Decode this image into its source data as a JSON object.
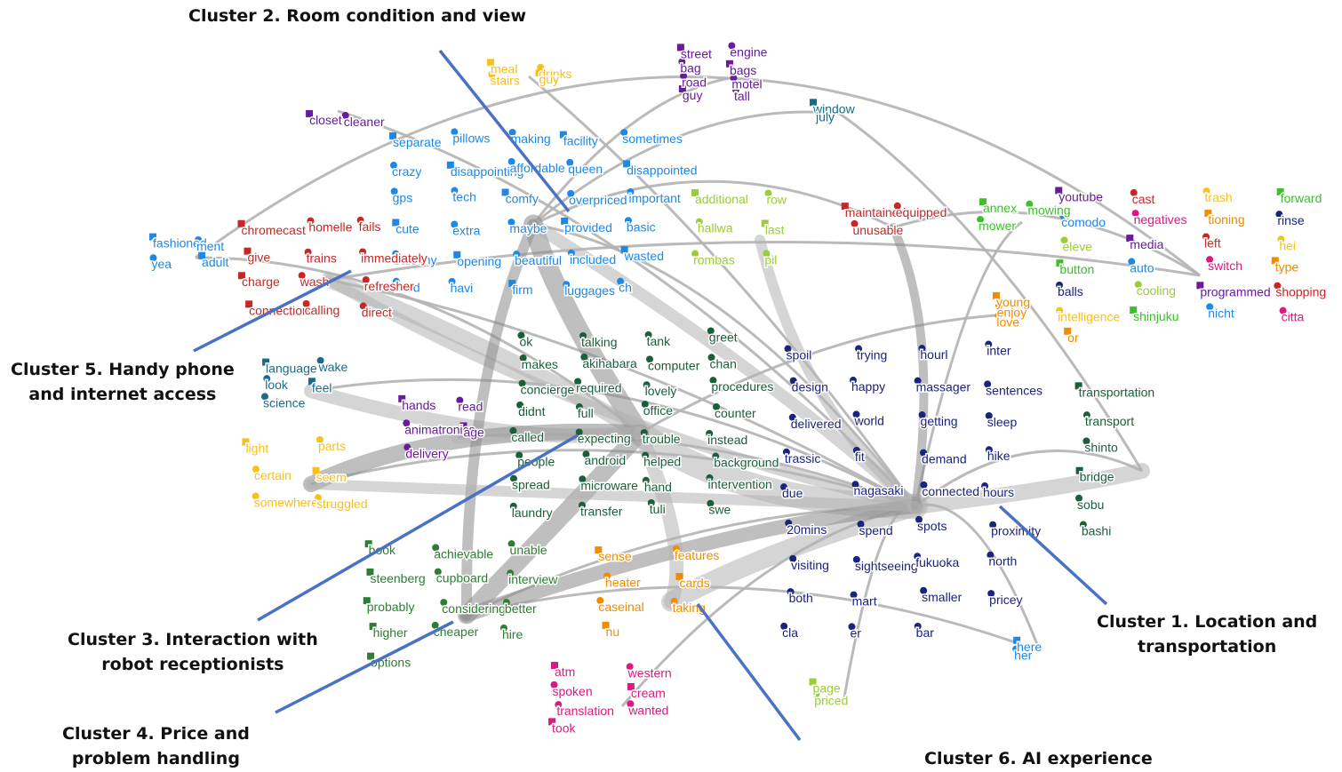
{
  "colors": {
    "c1": "#1a237e",
    "c2": "#1e88e5",
    "c3": "#1b5e3a",
    "c4": "#2e7d32",
    "c5": "#c62828",
    "c6": "#ef8c00",
    "purple": "#6a1b9a",
    "yellow": "#f9c01a",
    "olive": "#9ccc3a",
    "magenta": "#d81b83",
    "teal": "#1a6b8a",
    "brightgreen": "#3bbf2a",
    "pointer": "#4a72c4",
    "edge": "#b3b3b3",
    "edge_dark": "#8a8a8a"
  },
  "labels": {
    "c2": [
      "Cluster 2. Room condition and view"
    ],
    "c5": [
      "Cluster 5. Handy phone",
      "and internet access"
    ],
    "c3": [
      "Cluster 3. Interaction with",
      "robot receptionists"
    ],
    "c4": [
      "Cluster 4. Price and",
      "problem handling"
    ],
    "c1": [
      "Cluster 1. Location and",
      "transportation"
    ],
    "c6": [
      "Cluster 6. AI experience"
    ]
  },
  "words": {
    "purple_top": [
      "street",
      "engine",
      "bag",
      "bags",
      "road",
      "motel",
      "guy",
      "tall"
    ],
    "purple_closet": [
      "closet",
      "cleaner"
    ],
    "yellow_top": [
      "meal",
      "drinks",
      "stairs",
      "guy"
    ],
    "teal_top": [
      "window",
      "july"
    ],
    "blue_room": [
      "separate",
      "pillows",
      "making",
      "facility",
      "sometimes",
      "crazy",
      "disappointing",
      "affordable",
      "queen",
      "disappointed",
      "gps",
      "tech",
      "comfy",
      "overpriced",
      "important",
      "cute",
      "extra",
      "maybe",
      "provided",
      "basic",
      "balcony",
      "opening",
      "beautiful",
      "included",
      "wasted",
      "liked",
      "havi",
      "firm",
      "luggages",
      "ch"
    ],
    "blue_left": [
      "fashioned",
      "ment",
      "yea",
      "adult"
    ],
    "red_phone": [
      "chromecast",
      "homelle",
      "fails",
      "give",
      "trains",
      "immediately",
      "charge",
      "wash",
      "refresher",
      "connection",
      "calling",
      "direct"
    ],
    "red_mid": [
      "maintained",
      "equipped",
      "unusable"
    ],
    "olive_mid": [
      "additional",
      "row",
      "hallwa",
      "last",
      "rombas",
      "pil"
    ],
    "teal_lang": [
      "language",
      "wake",
      "look",
      "feel",
      "science"
    ],
    "purple_mid": [
      "hands",
      "read",
      "animatronics",
      "age",
      "delivery"
    ],
    "yellow_left": [
      "light",
      "parts",
      "certain",
      "seem",
      "somewhere",
      "struggled"
    ],
    "dkgreen_robot": [
      "ok",
      "talking",
      "tank",
      "greet",
      "makes",
      "akihabara",
      "computer",
      "chan",
      "concierge",
      "required",
      "lovely",
      "procedures",
      "didnt",
      "full",
      "office",
      "counter",
      "called",
      "expecting",
      "trouble",
      "instead",
      "people",
      "android",
      "helped",
      "background",
      "spread",
      "microware",
      "hand",
      "intervention",
      "laundry",
      "transfer",
      "tuli",
      "swe"
    ],
    "green_price": [
      "book",
      "achievable",
      "unable",
      "steenberg",
      "cupboard",
      "interview",
      "probably",
      "considering",
      "better",
      "higher",
      "cheaper",
      "hire",
      "options"
    ],
    "orange_ai": [
      "sense",
      "features",
      "heater",
      "cards",
      "caseinal",
      "taking",
      "nu"
    ],
    "magenta_bottom": [
      "atm",
      "western",
      "spoken",
      "cream",
      "translation",
      "wanted",
      "took"
    ],
    "navy_loc": [
      "spoil",
      "trying",
      "hourl",
      "inter",
      "design",
      "happy",
      "massager",
      "sentences",
      "delivered",
      "world",
      "getting",
      "sleep",
      "trassic",
      "fit",
      "demand",
      "hike",
      "due",
      "nagasaki",
      "connected",
      "hours",
      "20mins",
      "spend",
      "spots",
      "proximity",
      "visiting",
      "sightseeing",
      "fukuoka",
      "north",
      "both",
      "mart",
      "smaller",
      "pricey",
      "cla",
      "er",
      "bar"
    ],
    "green_right": [
      "annex",
      "mowing",
      "mower"
    ],
    "orange_right": [
      "young",
      "enjoy",
      "love"
    ],
    "right_misc": [
      "youtube",
      "cast",
      "trash",
      "forward",
      "comodo",
      "negatives",
      "tioning",
      "rinse",
      "eleve",
      "media",
      "left",
      "hei",
      "button",
      "auto",
      "switch",
      "type",
      "balls",
      "cooling",
      "programmed",
      "shopping",
      "intelligence",
      "shinjuku",
      "nicht",
      "citta",
      "or"
    ],
    "dkgreen_right": [
      "transportation",
      "transport",
      "shinto",
      "bridge",
      "sobu",
      "bashi"
    ],
    "blue_here": [
      "here",
      "her"
    ],
    "olive_bottom": [
      "page",
      "priced"
    ]
  }
}
